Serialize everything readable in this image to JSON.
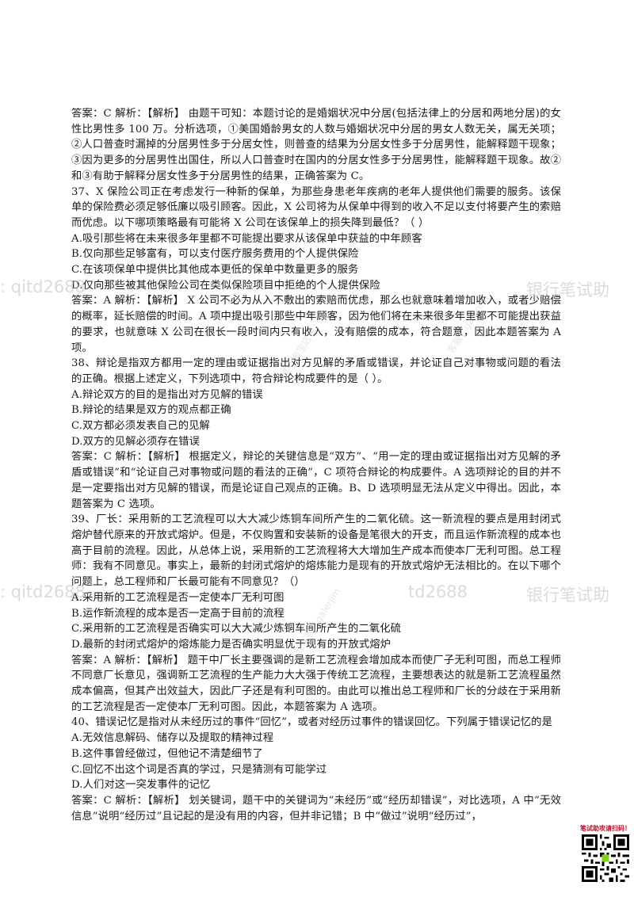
{
  "paragraphs": [
    "答案：C 解析：【解析】 由题干可知：本题讨论的是婚姻状况中分居(包括法律上的分居和两地分居)的女性比男性多 100 万。分析选项，①美国婚龄男女的人数与婚姻状况中分居的男女人数无关，属无关项；②人口普查时漏掉的分居男性多于分居女性，则普查的结果为分居女性多于分居男性，能解释题干现象；③因为更多的分居男性出国住，所以人口普查时在国内的分居女性多于分居男性，能解释题干现象。故②和③有助于解释分居女性多于分居男性的结果，正确答案为 C。",
    "37、X 保险公司正在考虑发行一种新的保单，为那些身患老年疾病的老年人提供他们需要的服务。该保单的保险费必须足够低廉以吸引顾客。因此，X 公司将为从保单中得到的收入不足以支付将要产生的索赔而优虑。以下哪项策略最有可能将 X 公司在该保单上的损失降到最低？（ ）",
    "A.吸引那些将在未来很多年里都不可能提出要求从该保单中获益的中年顾客",
    "B.仅向那些足够富有，可以支付医疗服务费用的个人提供保险",
    "C.在该项保单中提供比其他成本更低的保单中数量更多的服务",
    "D.仅向那些被其他保险公司在类似保险项目中拒绝的个人提供保险",
    "答案：A 解析：【解析】 X 公司不必为从入不敷出的索赔而优虑，那么也就意味着增加收入，或者少赔偿的概率，延长赔偿的时间。A 项中提出吸引那些中年顾客，因为他们将在未来很多年里都不可能提出获益的要求，也就意味 X 公司在很长一段时间内只有收入，没有赔偿的成本，符合题意，因此本题答案为 A 项。",
    "38、辩论是指双方都用一定的理由或证据指出对方见解的矛盾或错误，并论证自己对事物或问题的看法的正确。根据上述定义，下列选项中，符合辩论构成要件的是（ ）。",
    "A.辩论双方的目的是指出对方见解的错误",
    "B.辩论的结果是双方的观点都正确",
    "C.双方都必须发表自己的见解",
    "D.双方的见解必须存在错误",
    "答案：C 解析：【解析】 根据定义，辩论的关键信息是“双方”、“用一定的理由或证据指出对方见解的矛盾或错误”和“论证自己对事物或问题的看法的正确”，C 项符合辩论的构成要件。A 选项辩论的目的并不是一定要指出对方见解的错误，而是论证自己观点的正确。B、D 选项明显无法从定义中得出。因此，本题答案为 C 选项。",
    "39、厂长：采用新的工艺流程可以大大减少炼铜车间所产生的二氧化硫。这一新流程的要点是用封闭式熔炉替代原来的开放式熔炉。但是，不仅购置和安装新的设备是笔很大的开支，而且运作新流程的成本也高于目前的流程。因此，从总体上说，采用新的工艺流程将大大增加生产成本而使本厂无利可图。总工程师：我有不同意见。事实上，最新的封闭式熔炉的熔炼能力是现有的开放式熔炉无法相比的。在以下哪个问题上，总工程师和厂长最可能有不同意见？（）",
    "A.采用新的工艺流程是否一定使本厂无利可图",
    "B.运作新流程的成本是否一定高于目前的流程",
    "C.采用新的工艺流程是否确实可以大大减少炼铜车间所产生的二氧化硫",
    "D.最新的封闭式熔炉的熔炼能力是否确实明显优于现有的开放式熔炉",
    "答案：A 解析：【解析】 题干中厂长主要强调的是新工艺流程会增加成本而使厂子无利可图，而总工程师不同意厂长意见，强调新工艺流程的生产能力大大强于传统工艺流程，主要想表达的就是新工艺流程虽然成本偏高，但其产出效益大，因此厂子还是有利可图的。由此可以推出总工程师和厂长的分歧在于采用新的工艺流程是否一定使本厂无利可图。因此，本题答案为 A 选项。",
    "40、错误记忆是指对从未经历过的事件“回忆”，或者对经历过事件的错误回忆。下列属于错误记忆的是",
    "A.无效信息解码、储存以及提取的精神过程",
    "B.这件事曾经做过，但他记不清楚细节了",
    "C.回忆不出这个词是否真的学过，只是猜测有可能学过",
    "D.人们对这一突发事件的记忆",
    "答案：C 解析：【解析】 划关键词，题干中的关键词为“未经历”或“经历却错误”，对比选项，A 中“无效信息”说明“经历过”且记起的是没有用的内容，但并非记错；B 中“做过”说明“经历过”，"
  ],
  "watermarks": {
    "row1": ": qitd2688          银行笔试助",
    "row1_right": "银行笔试助",
    "row2_left": ": qitd2688",
    "row2_mid": "td2688",
    "row2_right": "银行笔试助",
    "diag1": "唯一淘宝店铺：",
    "diag2": "旺旺客服：galerjim",
    "diag3": "客服：galerjim"
  },
  "qr": {
    "title": "笔试助攻请扫码！"
  }
}
